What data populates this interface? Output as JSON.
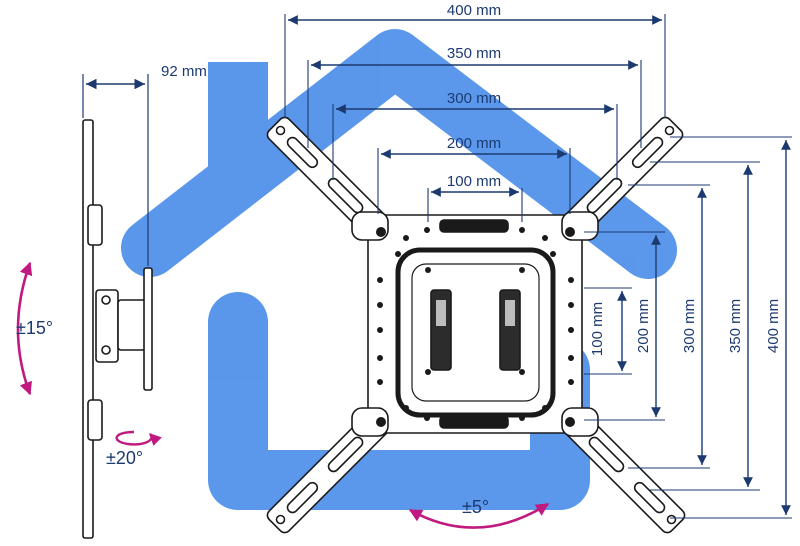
{
  "colors": {
    "house_logo": "#4d8fea",
    "dimension_line": "#1c3a70",
    "rotation_arrow": "#c0197f",
    "bracket_fill": "#ffffff",
    "bracket_stroke": "#1a1a1a"
  },
  "dimensions": {
    "wall_depth": "92 mm",
    "horizontal": [
      "400 mm",
      "350 mm",
      "300 mm",
      "200 mm",
      "100 mm"
    ],
    "vertical": [
      "100 mm",
      "200 mm",
      "300 mm",
      "350 mm",
      "400 mm"
    ]
  },
  "angles": {
    "tilt": "±15°",
    "swivel": "±20°",
    "rotation": "±5°"
  }
}
